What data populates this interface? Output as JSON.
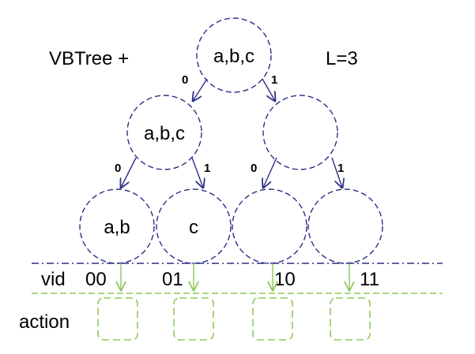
{
  "header": {
    "title": "VBTree +",
    "param": "L=3"
  },
  "colors": {
    "tree": "#2e2e86",
    "action": "#8dc85a",
    "text": "#000000"
  },
  "tree": {
    "root_label": "a,b,c",
    "left_label": "a,b,c",
    "right_label": "",
    "leaf_labels": [
      "a,b",
      "c",
      "",
      ""
    ],
    "edge_labels": {
      "root_left": "0",
      "root_right": "1",
      "left_left": "0",
      "left_right": "1",
      "right_left": "0",
      "right_right": "1"
    }
  },
  "rows": {
    "vid_label": "vid",
    "action_label": "action"
  },
  "vids": [
    "00",
    "01",
    "10",
    "11"
  ]
}
